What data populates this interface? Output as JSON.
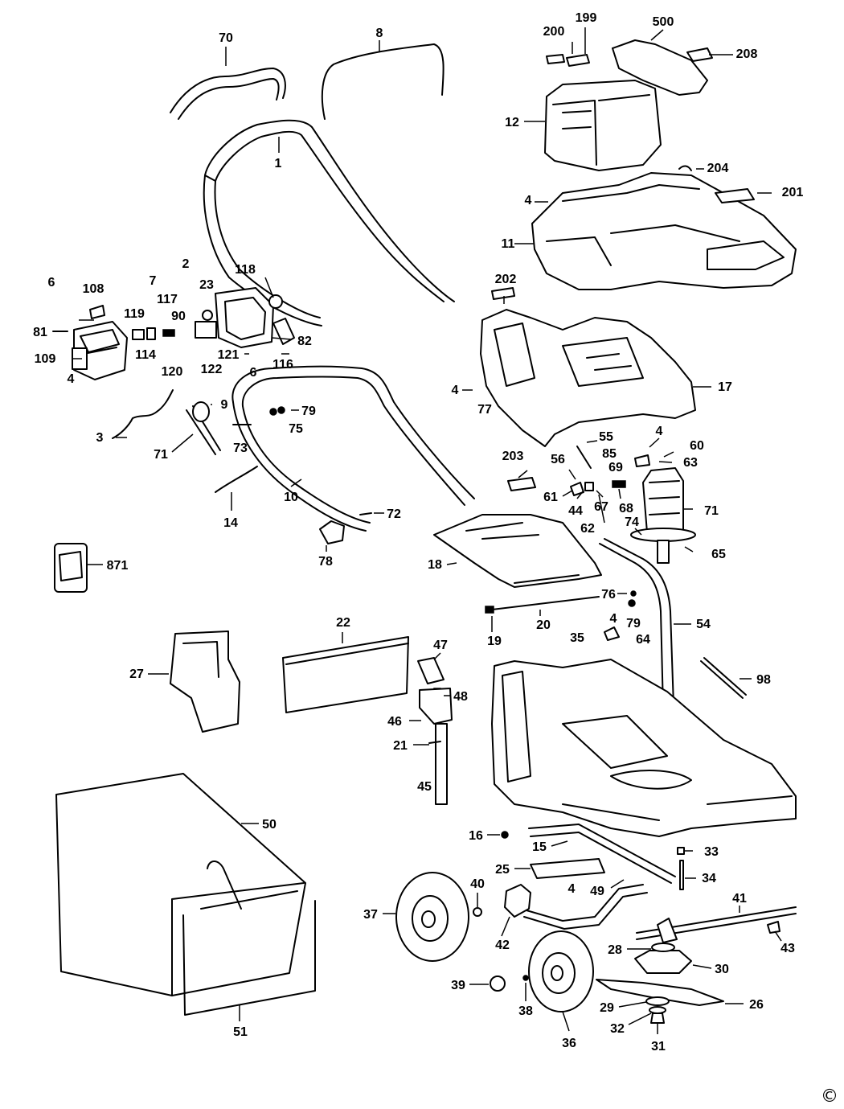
{
  "diagram": {
    "copyright_symbol": "©",
    "callouts": [
      {
        "id": "1",
        "label": "1"
      },
      {
        "id": "2",
        "label": "2"
      },
      {
        "id": "3",
        "label": "3"
      },
      {
        "id": "4a",
        "label": "4"
      },
      {
        "id": "4b",
        "label": "4"
      },
      {
        "id": "4c",
        "label": "4"
      },
      {
        "id": "4d",
        "label": "4"
      },
      {
        "id": "4e",
        "label": "4"
      },
      {
        "id": "4f",
        "label": "4"
      },
      {
        "id": "6a",
        "label": "6"
      },
      {
        "id": "6b",
        "label": "6"
      },
      {
        "id": "7",
        "label": "7"
      },
      {
        "id": "8",
        "label": "8"
      },
      {
        "id": "9",
        "label": "9"
      },
      {
        "id": "10",
        "label": "10"
      },
      {
        "id": "11",
        "label": "11"
      },
      {
        "id": "12",
        "label": "12"
      },
      {
        "id": "14",
        "label": "14"
      },
      {
        "id": "15",
        "label": "15"
      },
      {
        "id": "16",
        "label": "16"
      },
      {
        "id": "17",
        "label": "17"
      },
      {
        "id": "18",
        "label": "18"
      },
      {
        "id": "19",
        "label": "19"
      },
      {
        "id": "20",
        "label": "20"
      },
      {
        "id": "21",
        "label": "21"
      },
      {
        "id": "22",
        "label": "22"
      },
      {
        "id": "23",
        "label": "23"
      },
      {
        "id": "25",
        "label": "25"
      },
      {
        "id": "26",
        "label": "26"
      },
      {
        "id": "27",
        "label": "27"
      },
      {
        "id": "28",
        "label": "28"
      },
      {
        "id": "29",
        "label": "29"
      },
      {
        "id": "30",
        "label": "30"
      },
      {
        "id": "31",
        "label": "31"
      },
      {
        "id": "32",
        "label": "32"
      },
      {
        "id": "33",
        "label": "33"
      },
      {
        "id": "34",
        "label": "34"
      },
      {
        "id": "35",
        "label": "35"
      },
      {
        "id": "36",
        "label": "36"
      },
      {
        "id": "37",
        "label": "37"
      },
      {
        "id": "38",
        "label": "38"
      },
      {
        "id": "39",
        "label": "39"
      },
      {
        "id": "40",
        "label": "40"
      },
      {
        "id": "41",
        "label": "41"
      },
      {
        "id": "42",
        "label": "42"
      },
      {
        "id": "43",
        "label": "43"
      },
      {
        "id": "44",
        "label": "44"
      },
      {
        "id": "45",
        "label": "45"
      },
      {
        "id": "46",
        "label": "46"
      },
      {
        "id": "47",
        "label": "47"
      },
      {
        "id": "48",
        "label": "48"
      },
      {
        "id": "49",
        "label": "49"
      },
      {
        "id": "50",
        "label": "50"
      },
      {
        "id": "51",
        "label": "51"
      },
      {
        "id": "54",
        "label": "54"
      },
      {
        "id": "55",
        "label": "55"
      },
      {
        "id": "56",
        "label": "56"
      },
      {
        "id": "60",
        "label": "60"
      },
      {
        "id": "61",
        "label": "61"
      },
      {
        "id": "62",
        "label": "62"
      },
      {
        "id": "63",
        "label": "63"
      },
      {
        "id": "64",
        "label": "64"
      },
      {
        "id": "65",
        "label": "65"
      },
      {
        "id": "67",
        "label": "67"
      },
      {
        "id": "68",
        "label": "68"
      },
      {
        "id": "69",
        "label": "69"
      },
      {
        "id": "70",
        "label": "70"
      },
      {
        "id": "71a",
        "label": "71"
      },
      {
        "id": "71b",
        "label": "71"
      },
      {
        "id": "72",
        "label": "72"
      },
      {
        "id": "73",
        "label": "73"
      },
      {
        "id": "74",
        "label": "74"
      },
      {
        "id": "75",
        "label": "75"
      },
      {
        "id": "76",
        "label": "76"
      },
      {
        "id": "77",
        "label": "77"
      },
      {
        "id": "78",
        "label": "78"
      },
      {
        "id": "79a",
        "label": "79"
      },
      {
        "id": "79b",
        "label": "79"
      },
      {
        "id": "81",
        "label": "81"
      },
      {
        "id": "82",
        "label": "82"
      },
      {
        "id": "85",
        "label": "85"
      },
      {
        "id": "90",
        "label": "90"
      },
      {
        "id": "98",
        "label": "98"
      },
      {
        "id": "108",
        "label": "108"
      },
      {
        "id": "109",
        "label": "109"
      },
      {
        "id": "114",
        "label": "114"
      },
      {
        "id": "116",
        "label": "116"
      },
      {
        "id": "117",
        "label": "117"
      },
      {
        "id": "118",
        "label": "118"
      },
      {
        "id": "119",
        "label": "119"
      },
      {
        "id": "120",
        "label": "120"
      },
      {
        "id": "121",
        "label": "121"
      },
      {
        "id": "122",
        "label": "122"
      },
      {
        "id": "199",
        "label": "199"
      },
      {
        "id": "200",
        "label": "200"
      },
      {
        "id": "201",
        "label": "201"
      },
      {
        "id": "202",
        "label": "202"
      },
      {
        "id": "203",
        "label": "203"
      },
      {
        "id": "204",
        "label": "204"
      },
      {
        "id": "208",
        "label": "208"
      },
      {
        "id": "500",
        "label": "500"
      },
      {
        "id": "871",
        "label": "871"
      }
    ]
  }
}
